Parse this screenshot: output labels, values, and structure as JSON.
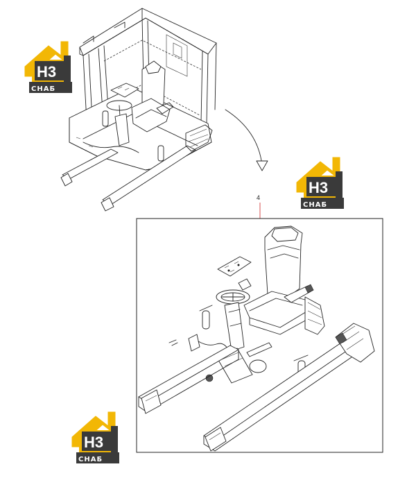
{
  "diagram": {
    "callout_number": "4",
    "accent_color": "#cc2222"
  },
  "watermark": {
    "text_top": "H3",
    "text_bottom": "CHAБ",
    "color_yellow": "#f2b705",
    "color_dark": "#3a3a3a"
  }
}
